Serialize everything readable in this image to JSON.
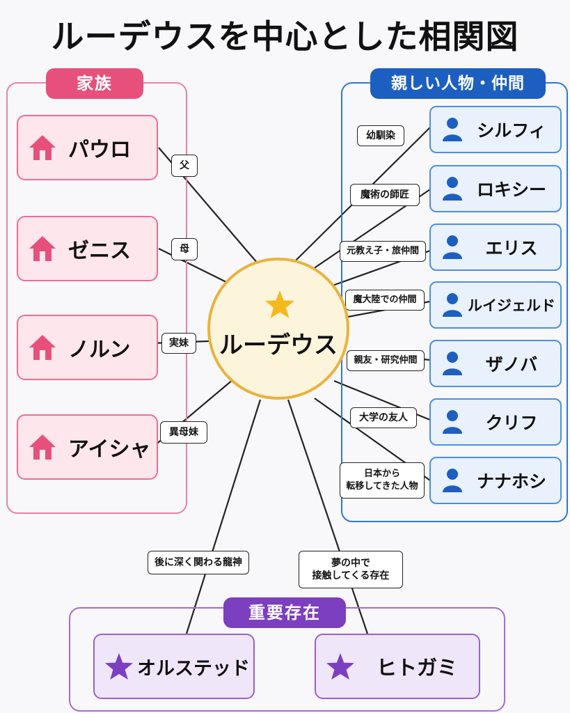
{
  "title": "ルーデウスを中心とした相関図",
  "center": {
    "name": "ルーデウス",
    "icon": "star-icon",
    "color": "#f4b91c"
  },
  "groups": {
    "family": {
      "heading": "家族",
      "color": "#e8507c",
      "icon": "house-icon",
      "members": [
        {
          "name": "パウロ",
          "relation": "父"
        },
        {
          "name": "ゼニス",
          "relation": "母"
        },
        {
          "name": "ノルン",
          "relation": "実妹"
        },
        {
          "name": "アイシャ",
          "relation": "異母妹"
        }
      ]
    },
    "friends": {
      "heading": "親しい人物・仲間",
      "color": "#1d5fc0",
      "icon": "person-icon",
      "members": [
        {
          "name": "シルフィ",
          "relation": "幼馴染"
        },
        {
          "name": "ロキシー",
          "relation": "魔術の師匠"
        },
        {
          "name": "エリス",
          "relation": "元教え子・旅仲間"
        },
        {
          "name": "ルイジェルド",
          "relation": "魔大陸での仲間"
        },
        {
          "name": "ザノバ",
          "relation": "親友・研究仲間"
        },
        {
          "name": "クリフ",
          "relation": "大学の友人"
        },
        {
          "name": "ナナホシ",
          "relation": "日本から",
          "relation_line2": "転移してきた人物"
        }
      ]
    },
    "important": {
      "heading": "重要存在",
      "color": "#7b3fbf",
      "icon": "star-icon",
      "members": [
        {
          "name": "オルステッド",
          "relation": "後に深く関わる龍神"
        },
        {
          "name": "ヒトガミ",
          "relation": "夢の中で",
          "relation_line2": "接触してくる存在"
        }
      ]
    }
  }
}
